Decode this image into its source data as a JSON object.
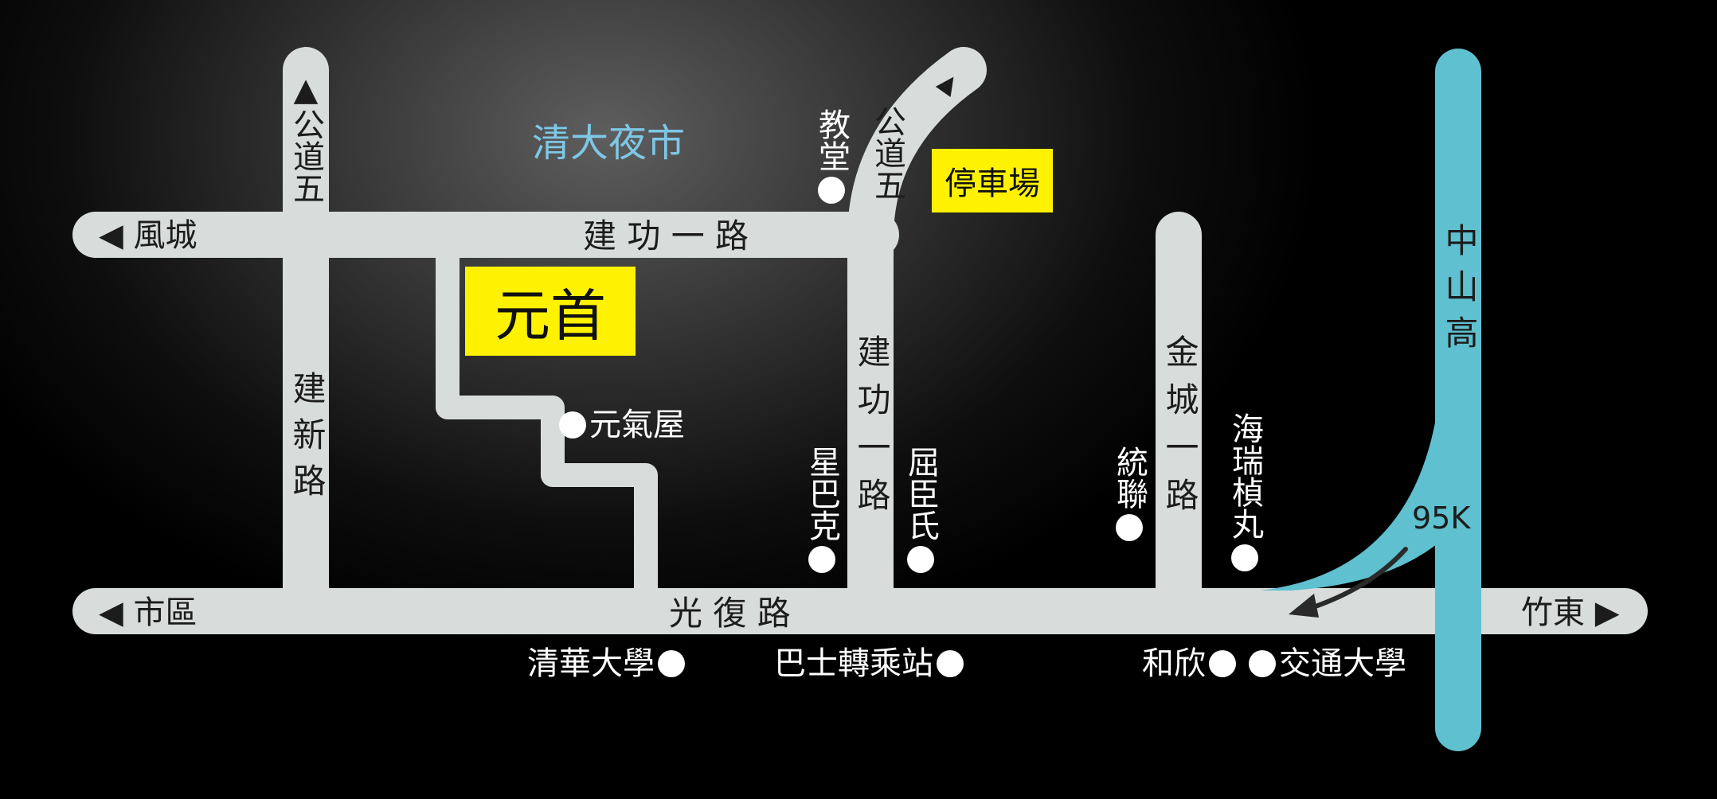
{
  "map": {
    "colors": {
      "road": "#d8dcdb",
      "highway": "#5fc0cf",
      "highlight": "#fff200",
      "night_market_text": "#7ec7e6"
    },
    "roads": {
      "jiangong1_top": "建 功 一 路",
      "fengcheng": "◀ 風城",
      "jianxin": "建新路",
      "gongdaowu_left": "▲公道五",
      "gongdaowu_right": "公道五",
      "gongdaowu_right_arrow": "▲",
      "jiangong1_vertical": "建功一路",
      "jincheng1": "金城一路",
      "guangfu": "光 復 路",
      "shiqu": "◀ 市區",
      "zhudong": "竹東 ▶",
      "zhongshan_highway": "中山高",
      "km_marker": "95K"
    },
    "landmarks": {
      "night_market": "清大夜市",
      "target": "元首",
      "parking": "停車場"
    },
    "poi": {
      "church": "教堂",
      "genki": "元氣屋",
      "starbucks": "星巴克",
      "watsons": "屈臣氏",
      "uni_president": "統聯",
      "hairui": "海瑞楨丸",
      "nthu": "清華大學",
      "bus_station": "巴士轉乘站",
      "hexin": "和欣",
      "nctu": "交通大學"
    }
  }
}
